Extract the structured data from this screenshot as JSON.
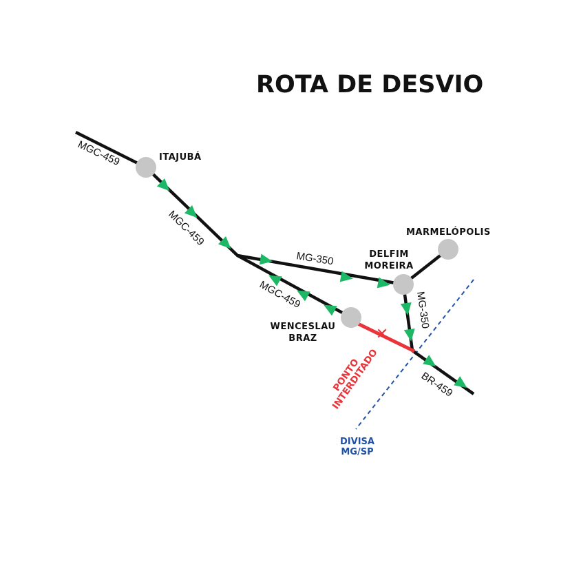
{
  "title": "ROTA DE DESVIO",
  "cities": {
    "itajuba": "ITAJUBÁ",
    "marmelopolis": "MARMELÓPOLIS",
    "delfim_line1": "DELFIM",
    "delfim_line2": "MOREIRA",
    "wenceslau_line1": "WENCESLAU",
    "wenceslau_line2": "BRAZ"
  },
  "roads": {
    "mgc459_top": "MGC-459",
    "mgc459_mid": "MGC-459",
    "mgc459_low": "MGC-459",
    "mg350_horizontal": "MG-350",
    "mg350_vertical": "MG-350",
    "br459": "BR-459"
  },
  "closure": {
    "line1": "PONTO",
    "line2": "INTERDITADO",
    "marker": "✕"
  },
  "border": {
    "line1": "DIVISA",
    "line2": "MG/SP"
  },
  "colors": {
    "road": "#111111",
    "arrow": "#1db865",
    "city_dot": "#c6c6c6",
    "closed_segment": "#e8343a",
    "state_border": "#1f52a8"
  },
  "icons": {
    "direction_arrow": "green-triangle",
    "closure_marker": "x-mark"
  }
}
